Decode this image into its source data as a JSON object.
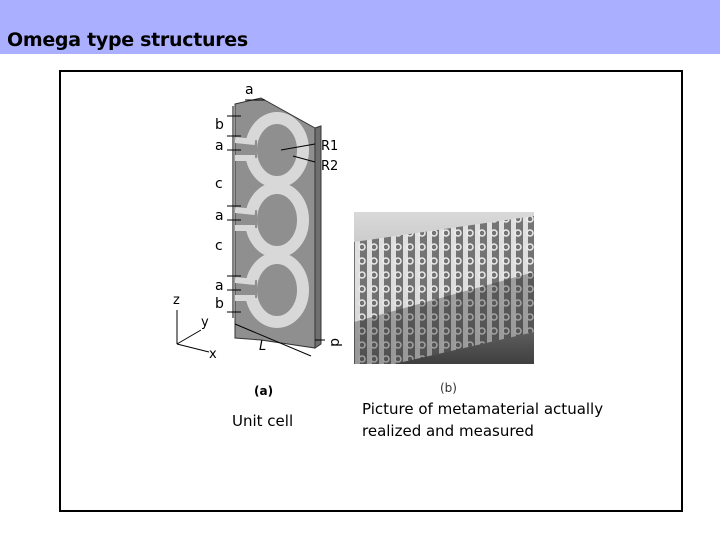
{
  "slide": {
    "title": "Omega type structures"
  },
  "figure_a": {
    "label": "(a)",
    "caption": "Unit cell",
    "dimension_labels": {
      "a_top": "a",
      "b1": "b",
      "a1": "a",
      "c1": "c",
      "a2": "a",
      "c2": "c",
      "a3": "a",
      "b2": "b",
      "R1": "R1",
      "R2": "R2",
      "L": "L",
      "d": "d"
    },
    "axes": {
      "z": "z",
      "y": "y",
      "x": "x"
    }
  },
  "figure_b": {
    "label": "(b)",
    "caption_line1": "Picture of metamaterial actually",
    "caption_line2": "realized and measured"
  }
}
